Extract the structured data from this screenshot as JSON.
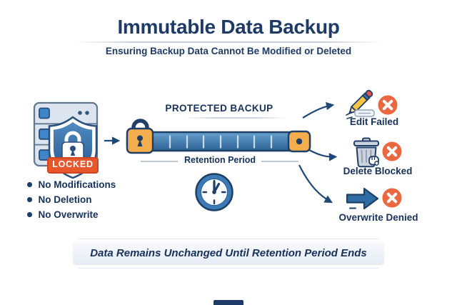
{
  "header": {
    "title": "Immutable Data Backup",
    "subtitle": "Ensuring Backup Data Cannot Be Modified or Deleted"
  },
  "source": {
    "locked_label": "LOCKED",
    "icons": [
      "server-icon",
      "shield-lock-icon"
    ],
    "bullets": [
      "No Modifications",
      "No Deletion",
      "No Overwrite"
    ]
  },
  "backup": {
    "label": "PROTECTED BACKUP",
    "retention_label": "Retention Period",
    "icons": [
      "padlock-icon",
      "retention-bar-icon",
      "clock-icon"
    ]
  },
  "outcomes": [
    {
      "label": "Edit Failed",
      "icon": "pencil-icon",
      "status_icon": "x-circle-icon"
    },
    {
      "label": "Delete Blocked",
      "icon": "trash-icon",
      "status_icon": "x-circle-icon"
    },
    {
      "label": "Overwrite Denied",
      "icon": "arrow-right-icon",
      "status_icon": "x-circle-icon"
    }
  ],
  "footer": {
    "banner": "Data Remains Unchanged Until Retention Period Ends"
  },
  "colors": {
    "navy": "#1e3a66",
    "blue": "#3c7ab5",
    "accent_orange": "#ea673f",
    "locked_orange": "#e8572b",
    "cap_orange": "#f3ad4c",
    "banner_bg": "#e9eef6"
  }
}
